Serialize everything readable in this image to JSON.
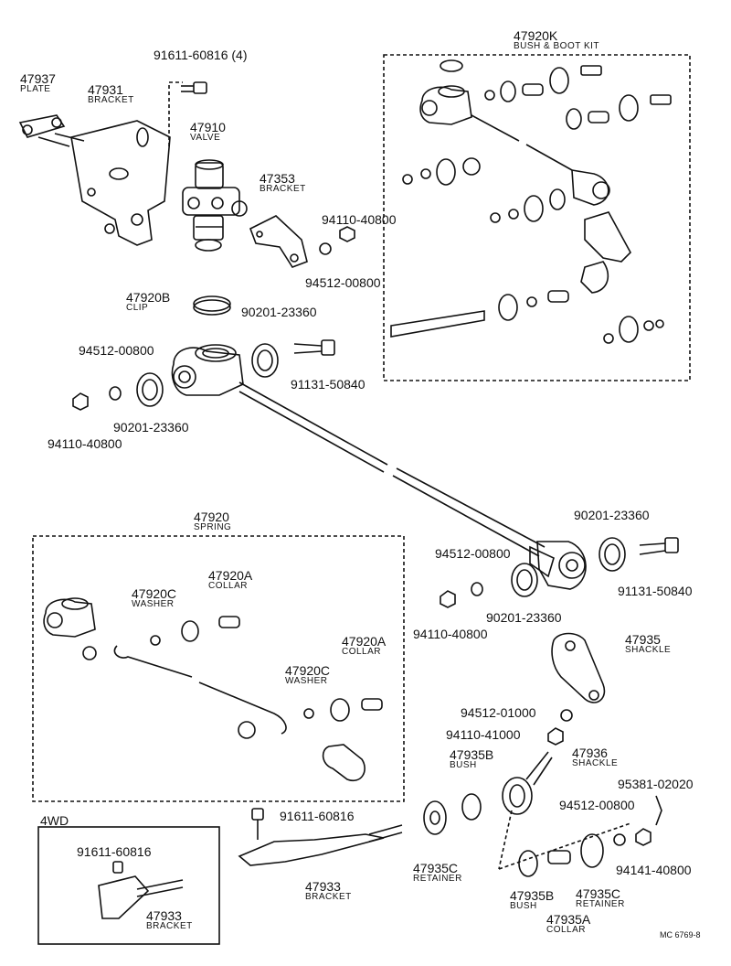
{
  "parts": {
    "p47937": {
      "no": "47937",
      "name": "PLATE"
    },
    "p47931": {
      "no": "47931",
      "name": "BRACKET"
    },
    "p91611_4": {
      "no": "91611-60816 (4)"
    },
    "p47910": {
      "no": "47910",
      "name": "VALVE"
    },
    "p47353": {
      "no": "47353",
      "name": "BRACKET"
    },
    "p94110_a": {
      "no": "94110-40800"
    },
    "p94512_a": {
      "no": "94512-00800"
    },
    "p47920K": {
      "no": "47920K",
      "name": "BUSH & BOOT KIT"
    },
    "p47920B": {
      "no": "47920B",
      "name": "CLIP"
    },
    "p90201_a": {
      "no": "90201-23360"
    },
    "p94512_b": {
      "no": "94512-00800"
    },
    "p91131_a": {
      "no": "91131-50840"
    },
    "p90201_b": {
      "no": "90201-23360"
    },
    "p94110_b": {
      "no": "94110-40800"
    },
    "p47920": {
      "no": "47920",
      "name": "SPRING"
    },
    "p47920A_1": {
      "no": "47920A",
      "name": "COLLAR"
    },
    "p47920C_1": {
      "no": "47920C",
      "name": "WASHER"
    },
    "p47920A_2": {
      "no": "47920A",
      "name": "COLLAR"
    },
    "p47920C_2": {
      "no": "47920C",
      "name": "WASHER"
    },
    "p90201_c": {
      "no": "90201-23360"
    },
    "p94512_c": {
      "no": "94512-00800"
    },
    "p91131_b": {
      "no": "91131-50840"
    },
    "p90201_d": {
      "no": "90201-23360"
    },
    "p94110_c": {
      "no": "94110-40800"
    },
    "p47935": {
      "no": "47935",
      "name": "SHACKLE"
    },
    "p94512_d": {
      "no": "94512-01000"
    },
    "p94110_d": {
      "no": "94110-41000"
    },
    "p47935B_1": {
      "no": "47935B",
      "name": "BUSH"
    },
    "p47936": {
      "no": "47936",
      "name": "SHACKLE"
    },
    "p95381": {
      "no": "95381-02020"
    },
    "p91611_b": {
      "no": "91611-60816"
    },
    "p94512_e": {
      "no": "94512-00800"
    },
    "p94141": {
      "no": "94141-40800"
    },
    "p47935C_1": {
      "no": "47935C",
      "name": "RETAINER"
    },
    "p47933_a": {
      "no": "47933",
      "name": "BRACKET"
    },
    "p47935B_2": {
      "no": "47935B",
      "name": "BUSH"
    },
    "p47935C_2": {
      "no": "47935C",
      "name": "RETAINER"
    },
    "p47935A": {
      "no": "47935A",
      "name": "COLLAR"
    },
    "p91611_c": {
      "no": "91611-60816"
    },
    "p47933_b": {
      "no": "47933",
      "name": "BRACKET"
    }
  },
  "inset_title": "4WD",
  "diagram_code": "MC 6769-8"
}
